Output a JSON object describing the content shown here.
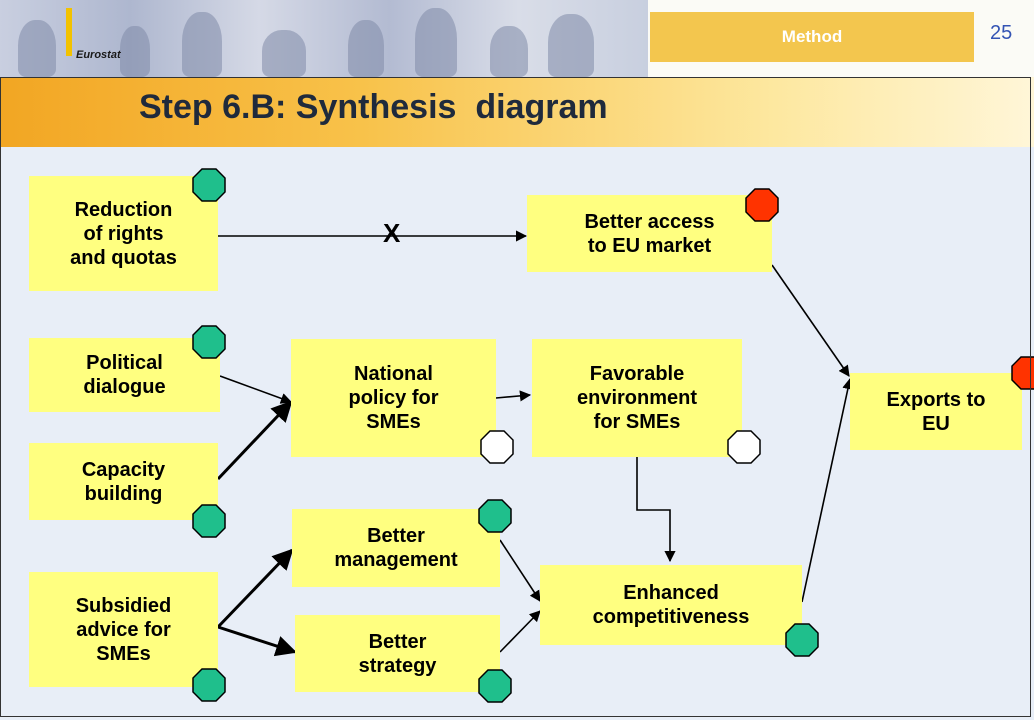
{
  "header": {
    "logo": "Eurostat",
    "section": "Method",
    "page_number": "25",
    "title": "Step 6.B: Synthesis  diagram"
  },
  "diagram": {
    "nodes": [
      {
        "id": "reduction-rights-quotas",
        "label": "Reduction\nof rights\nand quotas",
        "status": "green"
      },
      {
        "id": "better-access-eu-market",
        "label": "Better access\nto EU market",
        "status": "red"
      },
      {
        "id": "political-dialogue",
        "label": "Political\ndialogue",
        "status": "green"
      },
      {
        "id": "capacity-building",
        "label": "Capacity\nbuilding",
        "status": "green"
      },
      {
        "id": "national-policy-smes",
        "label": "National\npolicy for\nSMEs",
        "status": "blank"
      },
      {
        "id": "favorable-environment-smes",
        "label": "Favorable\nenvironment\nfor SMEs",
        "status": "blank"
      },
      {
        "id": "exports-to-eu",
        "label": "Exports to\nEU",
        "status": "red"
      },
      {
        "id": "better-management",
        "label": "Better\nmanagement",
        "status": "green"
      },
      {
        "id": "better-strategy",
        "label": "Better\nstrategy",
        "status": "green"
      },
      {
        "id": "subsidied-advice-smes",
        "label": "Subsidied\nadvice for\nSMEs",
        "status": "green"
      },
      {
        "id": "enhanced-competitiveness",
        "label": "Enhanced\ncompetitiveness",
        "status": "green"
      }
    ],
    "edges": [
      {
        "from": "reduction-rights-quotas",
        "to": "better-access-eu-market",
        "marker": "X"
      },
      {
        "from": "better-access-eu-market",
        "to": "exports-to-eu"
      },
      {
        "from": "political-dialogue",
        "to": "national-policy-smes"
      },
      {
        "from": "capacity-building",
        "to": "national-policy-smes"
      },
      {
        "from": "national-policy-smes",
        "to": "favorable-environment-smes"
      },
      {
        "from": "favorable-environment-smes",
        "to": "enhanced-competitiveness"
      },
      {
        "from": "subsidied-advice-smes",
        "to": "better-management"
      },
      {
        "from": "subsidied-advice-smes",
        "to": "better-strategy"
      },
      {
        "from": "better-management",
        "to": "enhanced-competitiveness"
      },
      {
        "from": "better-strategy",
        "to": "enhanced-competitiveness"
      },
      {
        "from": "enhanced-competitiveness",
        "to": "exports-to-eu"
      }
    ],
    "status_colors": {
      "green": "#1fbf8c",
      "red": "#ff3300",
      "blank": "#ffffff"
    }
  }
}
